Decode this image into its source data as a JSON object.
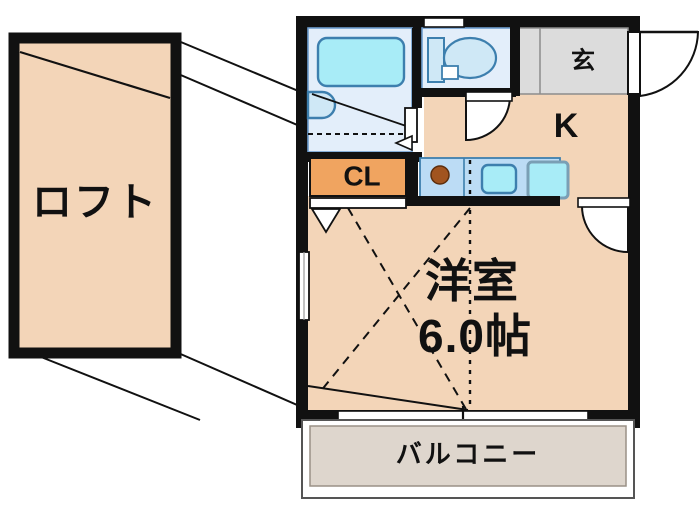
{
  "plan": {
    "title": "Apartment floor plan 1K with loft",
    "colors": {
      "wall": "#111111",
      "room_floor": "#f3d5b8",
      "closet_fill": "#f0a460",
      "wet_area_fill": "#e3eefa",
      "tub_fill": "#a8ecf7",
      "sink_fill": "#a8ecf7",
      "kitchen_counter": "#bcdcf5",
      "entry_floor": "#dcdcdc",
      "balcony_floor": "#ded6cd",
      "burner": "#a1541f",
      "outline": "#000000",
      "white": "#ffffff"
    },
    "rooms": {
      "loft": {
        "label": "ロフト"
      },
      "main_room": {
        "label_line1": "洋室",
        "label_line2": "6.0帖"
      },
      "kitchen": {
        "label": "K"
      },
      "closet": {
        "label": "CL"
      },
      "entrance": {
        "label": "玄"
      },
      "balcony": {
        "label": "バルコニー"
      }
    },
    "fixtures": [
      {
        "name": "bathtub",
        "label": ""
      },
      {
        "name": "washbasin",
        "label": ""
      },
      {
        "name": "toilet",
        "label": ""
      },
      {
        "name": "toilet-tank",
        "label": ""
      },
      {
        "name": "kitchen-sink",
        "label": ""
      },
      {
        "name": "gas-burner",
        "label": ""
      },
      {
        "name": "counter-basin",
        "label": ""
      }
    ],
    "doors": [
      {
        "name": "entrance-door",
        "label": ""
      },
      {
        "name": "toilet-door",
        "label": ""
      },
      {
        "name": "kitchen-room-door",
        "label": ""
      },
      {
        "name": "bath-door",
        "label": ""
      },
      {
        "name": "closet-door",
        "label": ""
      }
    ],
    "windows": [
      {
        "name": "room-west-window",
        "label": ""
      },
      {
        "name": "balcony-window",
        "label": ""
      },
      {
        "name": "bath-window",
        "label": ""
      }
    ]
  }
}
